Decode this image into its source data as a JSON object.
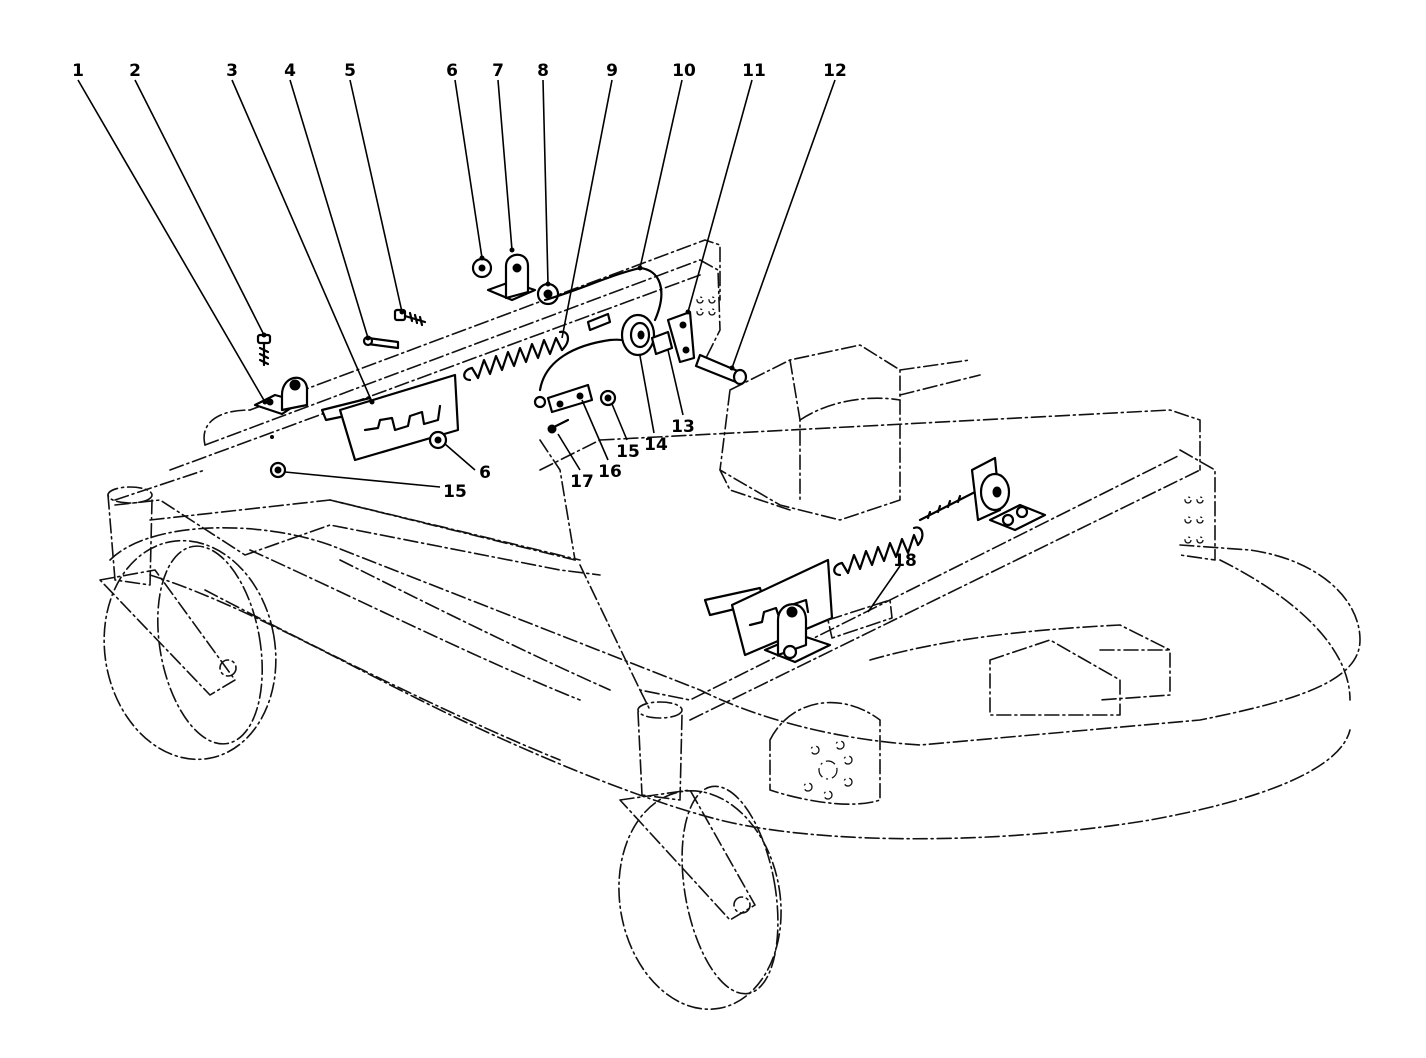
{
  "callouts": [
    {
      "id": "c1",
      "label": "1"
    },
    {
      "id": "c2",
      "label": "2"
    },
    {
      "id": "c3",
      "label": "3"
    },
    {
      "id": "c4",
      "label": "4"
    },
    {
      "id": "c5",
      "label": "5"
    },
    {
      "id": "c6a",
      "label": "6"
    },
    {
      "id": "c7",
      "label": "7"
    },
    {
      "id": "c8",
      "label": "8"
    },
    {
      "id": "c9",
      "label": "9"
    },
    {
      "id": "c10",
      "label": "10"
    },
    {
      "id": "c11",
      "label": "11"
    },
    {
      "id": "c12",
      "label": "12"
    },
    {
      "id": "c13",
      "label": "13"
    },
    {
      "id": "c14",
      "label": "14"
    },
    {
      "id": "c15a",
      "label": "15"
    },
    {
      "id": "c16",
      "label": "16"
    },
    {
      "id": "c17",
      "label": "17"
    },
    {
      "id": "c6b",
      "label": "6"
    },
    {
      "id": "c15b",
      "label": "15"
    },
    {
      "id": "c18",
      "label": "18"
    }
  ]
}
